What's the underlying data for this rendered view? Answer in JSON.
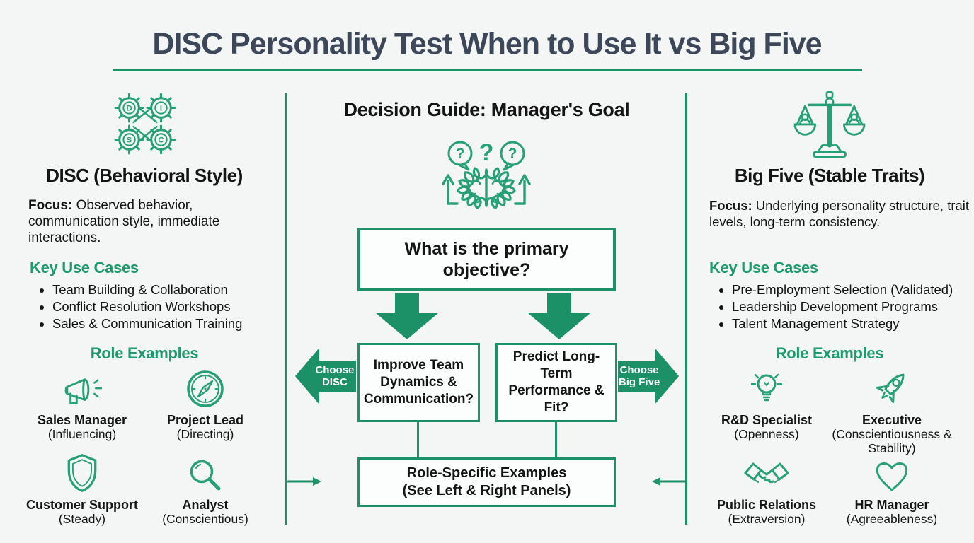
{
  "title": "DISC Personality Test When to Use It vs Big Five",
  "colors": {
    "green": "#1c9168",
    "green_icon": "#27a077",
    "green_text": "#1d9b6e",
    "title": "#3c4759",
    "text": "#151515",
    "bg": "#f4f6f5",
    "box_bg": "#fcfdfd",
    "white": "#ffffff"
  },
  "left_panel": {
    "icon": "disc-gears-icon",
    "gear_letters": {
      "d": "D",
      "i": "I",
      "s": "S",
      "c": "C"
    },
    "heading": "DISC (Behavioral Style)",
    "focus_label": "Focus:",
    "focus_text": "Observed behavior, communication style, immediate interactions.",
    "use_cases_heading": "Key Use Cases",
    "use_cases": [
      "Team Building & Collaboration",
      "Conflict Resolution Workshops",
      "Sales & Communication Training"
    ],
    "roles_heading": "Role Examples",
    "roles": [
      {
        "icon": "megaphone-icon",
        "title": "Sales Manager",
        "subtitle": "(Influencing)"
      },
      {
        "icon": "compass-icon",
        "title": "Project Lead",
        "subtitle": "(Directing)"
      },
      {
        "icon": "shield-icon",
        "title": "Customer Support",
        "subtitle": "(Steady)"
      },
      {
        "icon": "magnifier-icon",
        "title": "Analyst",
        "subtitle": "(Conscientious)"
      }
    ]
  },
  "center_panel": {
    "heading": "Decision Guide: Manager's Goal",
    "brain_question_marks": {
      "left": "?",
      "middle": "?",
      "right": "?"
    },
    "question_box": "What is the primary objective?",
    "option_left": "Improve Team Dynamics & Communication?",
    "option_right": "Predict Long-Term Performance & Fit?",
    "choose_left_line1": "Choose",
    "choose_left_line2": "DISC",
    "choose_right_line1": "Choose",
    "choose_right_line2": "Big Five",
    "result_line1": "Role-Specific Examples",
    "result_line2": "(See Left & Right Panels)"
  },
  "right_panel": {
    "icon": "balance-scales-icon",
    "heading": "Big Five (Stable Traits)",
    "focus_label": "Focus:",
    "focus_text": "Underlying personality structure, trait levels, long-term consistency.",
    "use_cases_heading": "Key Use Cases",
    "use_cases": [
      "Pre-Employment Selection (Validated)",
      "Leadership Development Programs",
      "Talent Management Strategy"
    ],
    "roles_heading": "Role Examples",
    "roles": [
      {
        "icon": "lightbulb-icon",
        "title": "R&D Specialist",
        "subtitle": "(Openness)"
      },
      {
        "icon": "rocket-icon",
        "title": "Executive",
        "subtitle": "(Conscientiousness & Stability)"
      },
      {
        "icon": "handshake-icon",
        "title": "Public Relations",
        "subtitle": "(Extraversion)"
      },
      {
        "icon": "heart-icon",
        "title": "HR Manager",
        "subtitle": "(Agreeableness)"
      }
    ]
  }
}
